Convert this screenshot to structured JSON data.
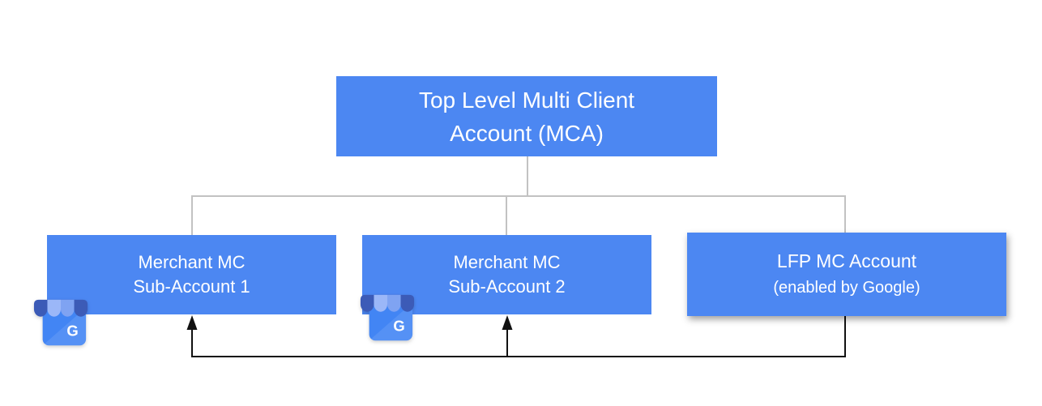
{
  "diagram": {
    "nodes": {
      "root": {
        "id": "top-mca",
        "line1": "Top Level Multi Client",
        "line2": "Account (MCA)"
      },
      "sub1": {
        "id": "merchant-sub-1",
        "line1": "Merchant MC",
        "line2": "Sub-Account 1",
        "has_business_icon": true
      },
      "sub2": {
        "id": "merchant-sub-2",
        "line1": "Merchant MC",
        "line2": "Sub-Account 2",
        "has_business_icon": true
      },
      "lfp": {
        "id": "lfp-account",
        "line1": "LFP MC Account",
        "line2": "(enabled by Google)",
        "has_business_icon": false
      }
    },
    "relations": [
      {
        "from": "top-mca",
        "to": "merchant-sub-1",
        "style": "tree-line"
      },
      {
        "from": "top-mca",
        "to": "merchant-sub-2",
        "style": "tree-line"
      },
      {
        "from": "top-mca",
        "to": "lfp-account",
        "style": "tree-line"
      },
      {
        "from": "lfp-account",
        "to": "merchant-sub-1",
        "style": "black-arrow"
      },
      {
        "from": "lfp-account",
        "to": "merchant-sub-2",
        "style": "black-arrow"
      }
    ],
    "icons": {
      "business_profile_letter": "G"
    },
    "colors": {
      "box_fill": "#4C87F2",
      "box_text": "#FFFFFF",
      "tree_line": "#C2C2C2",
      "arrow_line": "#111111",
      "icon_body": "#4285F4",
      "icon_awning_dark": "#3C5BB7",
      "icon_awning_light": "#9BB7F8",
      "icon_awning_mid": "#7FA3F2",
      "background": "#FFFFFF"
    }
  }
}
